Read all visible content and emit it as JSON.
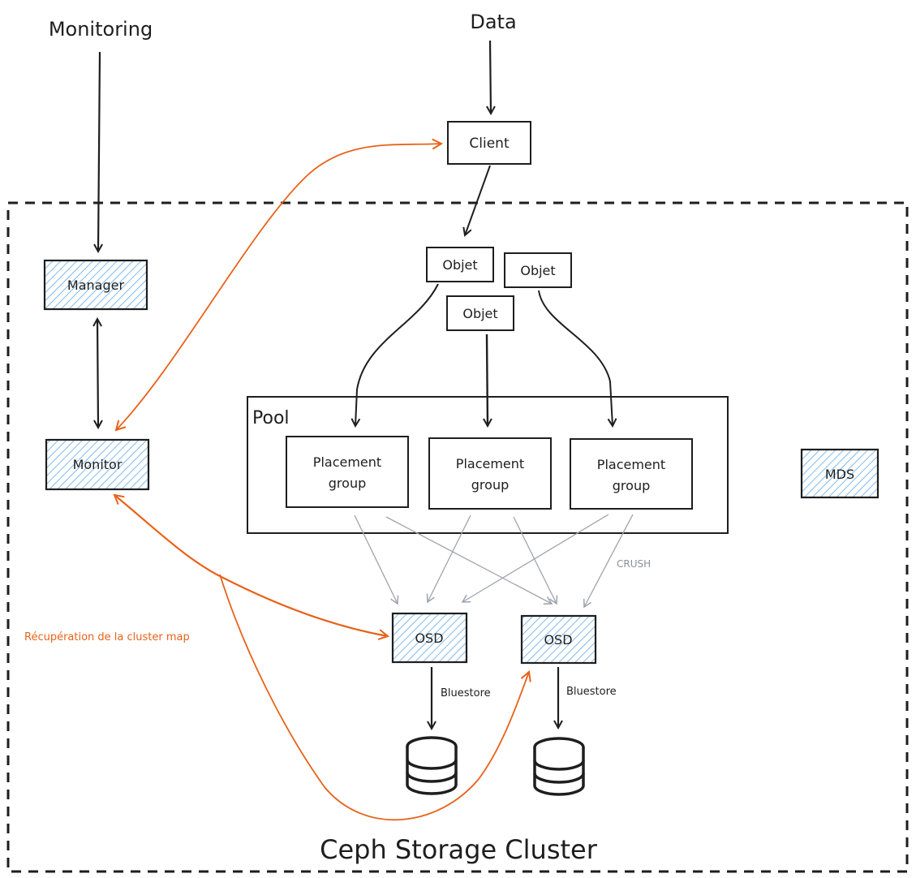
{
  "labels": {
    "monitoring": "Monitoring",
    "data": "Data",
    "client": "Client",
    "manager": "Manager",
    "monitor": "Monitor",
    "objet_1": "Objet",
    "objet_2": "Objet",
    "objet_3": "Objet",
    "pool": "Pool",
    "pg_1_line1": "Placement",
    "pg_1_line2": "group",
    "pg_2_line1": "Placement",
    "pg_2_line2": "group",
    "pg_3_line1": "Placement",
    "pg_3_line2": "group",
    "mds": "MDS",
    "crush": "CRUSH",
    "osd_1": "OSD",
    "osd_2": "OSD",
    "bluestore_1": "Bluestore",
    "bluestore_2": "Bluestore",
    "cluster_map": "Récupération de la cluster map",
    "cluster_title": "Ceph Storage Cluster"
  },
  "colors": {
    "stroke": "#1e1e1e",
    "hatch": "#4a9ee8",
    "orange": "#e8621a",
    "gray": "#9ea4ad"
  }
}
